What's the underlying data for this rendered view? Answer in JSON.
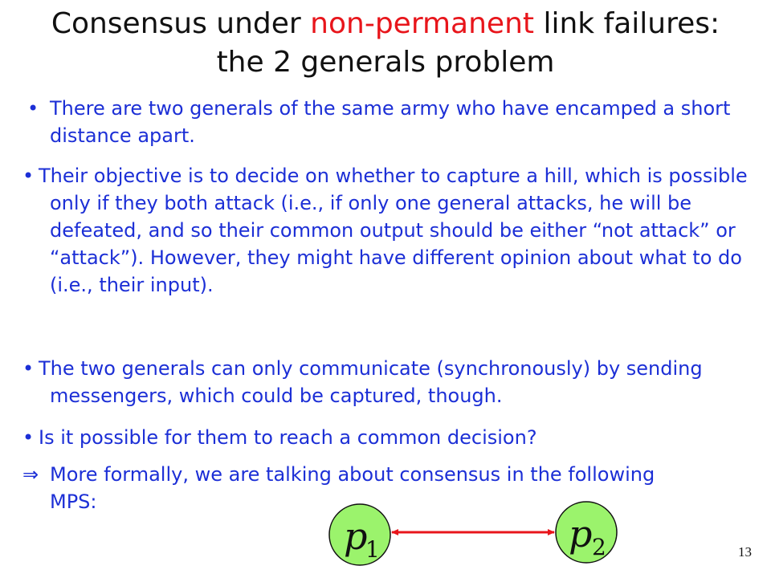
{
  "slide": {
    "title_line1_pre": "Consensus under ",
    "title_line1_accent": "non-permanent",
    "title_line1_post": " link failures:",
    "title_line2": "the 2 generals problem",
    "bullets": [
      {
        "mark": "•",
        "text": "There are two generals of the same army who have encamped a short distance apart."
      },
      {
        "mark": "•",
        "text": "Their objective is to decide on whether to capture a hill, which is possible only if they both attack (i.e., if only one general attacks, he will be defeated, and so their common output should be either “not attack” or “attack”). However, they might have different opinion about what to do (i.e., their input)."
      },
      {
        "mark": "•",
        "text": "The two generals can only communicate (synchronously) by sending messengers, which could be captured, though."
      },
      {
        "mark": "•",
        "text": "Is it possible for them to reach a common decision?"
      },
      {
        "mark": "⇒",
        "text": "More formally, we are talking about consensus in the following MPS:"
      }
    ],
    "page_number": "13"
  },
  "diagram": {
    "nodes": [
      {
        "base": "p",
        "sub": "1"
      },
      {
        "base": "p",
        "sub": "2"
      }
    ],
    "colors": {
      "node_fill": "#9bf36c",
      "node_stroke": "#111111",
      "edge": "#e8151b"
    }
  }
}
